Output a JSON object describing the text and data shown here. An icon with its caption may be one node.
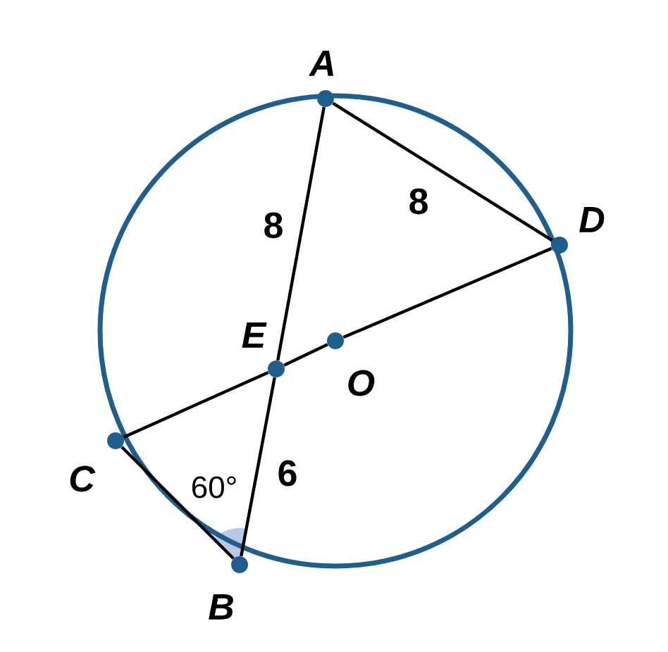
{
  "diagram": {
    "nodes": [
      {
        "text": [
          "A"
        ]
      },
      {
        "text": [
          "B"
        ]
      },
      {
        "text": [
          "C"
        ]
      },
      {
        "text": [
          "D"
        ]
      },
      {
        "text": [
          "E"
        ]
      },
      {
        "text": [
          "O"
        ]
      }
    ],
    "edges": [
      {
        "from": 0,
        "to": 4,
        "arrow": "none",
        "label": "8"
      },
      {
        "from": 4,
        "to": 1,
        "arrow": "none",
        "label": "6"
      },
      {
        "from": 0,
        "to": 3,
        "arrow": "none",
        "label": "8"
      },
      {
        "from": 2,
        "to": 4,
        "arrow": "none"
      },
      {
        "from": 4,
        "to": 5,
        "arrow": "none"
      },
      {
        "from": 5,
        "to": 3,
        "arrow": "none"
      },
      {
        "from": 2,
        "to": 1,
        "arrow": "none"
      }
    ],
    "labels": [
      "60°"
    ]
  }
}
